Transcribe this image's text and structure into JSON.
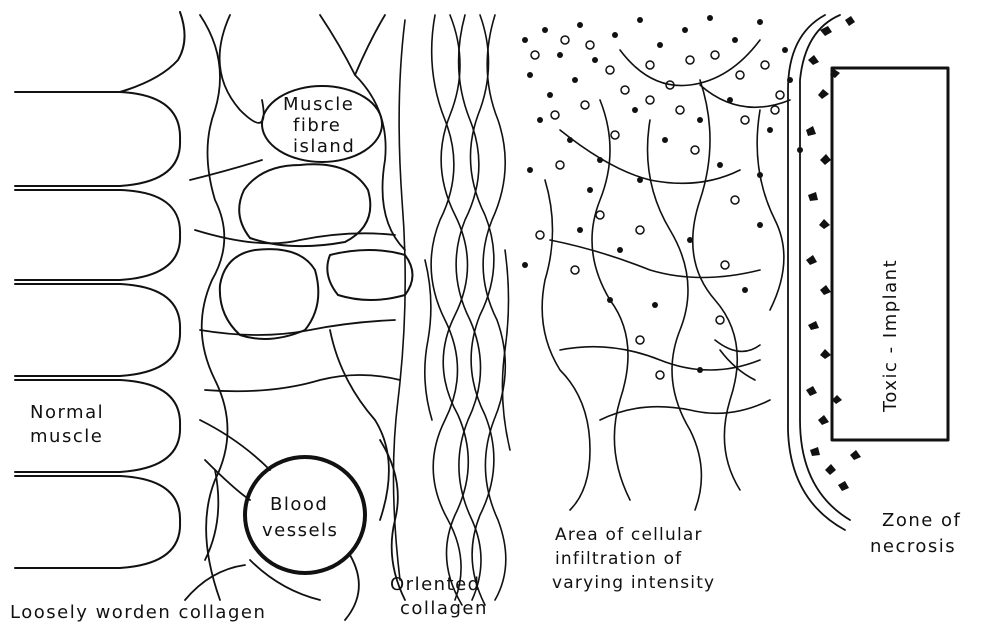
{
  "labels": {
    "muscle_island_1": "Muscle",
    "muscle_island_2": "fibre",
    "muscle_island_3": "island",
    "normal_muscle_1": "Normal",
    "normal_muscle_2": "muscle",
    "blood_1": "Blood",
    "blood_2": "vessels",
    "loosely": "Loosely  worden  collagen",
    "oriented_1": "Orlented",
    "oriented_2": "collagen",
    "infiltration_1": "Area  of  cellular",
    "infiltration_2": "infiltration  of",
    "infiltration_3": "varying  intensity",
    "necrosis_1": "Zone  of",
    "necrosis_2": "necrosis",
    "implant": "Toxic - Implant"
  },
  "colors": {
    "ink": "#111111",
    "paper": "#ffffff"
  }
}
